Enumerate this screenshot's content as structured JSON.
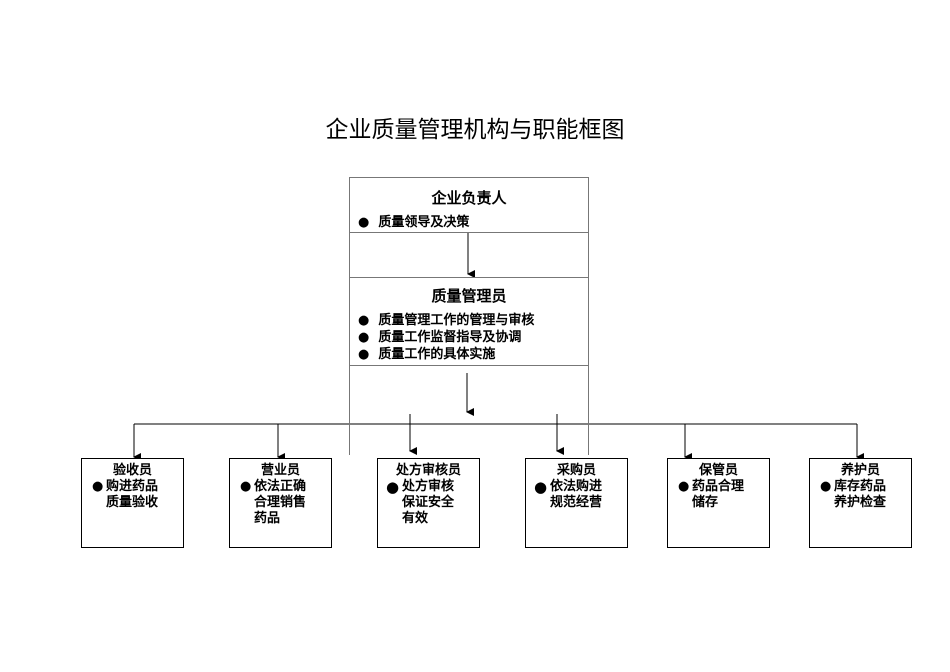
{
  "title": "企业质量管理机构与职能框图",
  "leader": {
    "title": "企业负责人",
    "items": [
      "质量领导及决策"
    ]
  },
  "qa_manager": {
    "title": "质量管理员",
    "items": [
      "质量管理工作的管理与审核",
      "质量工作监督指导及协调",
      "质量工作的具体实施"
    ]
  },
  "bullet_symbol": "●",
  "roles": [
    {
      "title": "验收员",
      "lines": [
        "购进药品",
        "质量验收"
      ]
    },
    {
      "title": "营业员",
      "lines": [
        "依法正确",
        "合理销售",
        "药品"
      ]
    },
    {
      "title": "处方审核员",
      "lines": [
        "处方审核",
        "保证安全",
        "有效"
      ]
    },
    {
      "title": "采购员",
      "lines": [
        "依法购进",
        "规范经营"
      ]
    },
    {
      "title": "保管员",
      "lines": [
        "药品合理",
        "储存"
      ]
    },
    {
      "title": "养护员",
      "lines": [
        "库存药品",
        "养护检查"
      ]
    }
  ]
}
